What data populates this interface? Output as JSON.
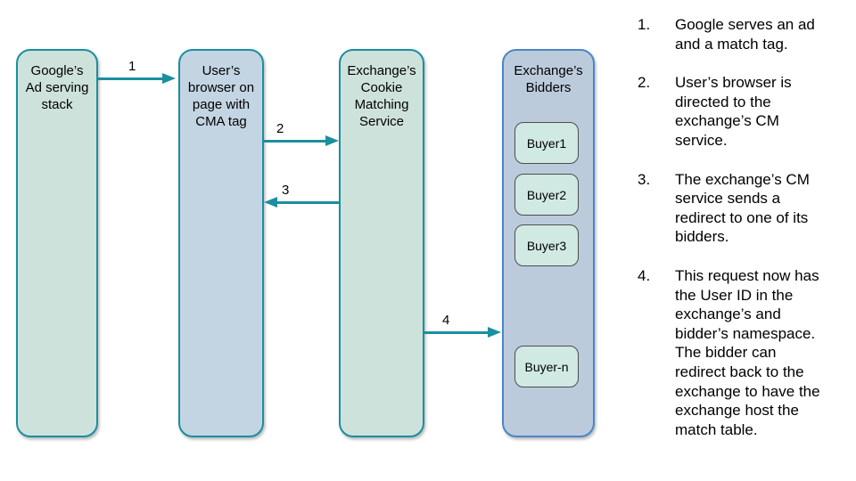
{
  "diagram": {
    "nodes": [
      {
        "id": "google",
        "label": "Google’s\nAd serving\nstack"
      },
      {
        "id": "browser",
        "label": "User’s\nbrowser on\npage with\nCMA tag"
      },
      {
        "id": "cm",
        "label": "Exchange’s\nCookie\nMatching\nService"
      },
      {
        "id": "bidders",
        "label": "Exchange’s\nBidders"
      }
    ],
    "buyers": [
      "Buyer1",
      "Buyer2",
      "Buyer3",
      "Buyer-n"
    ],
    "arrows": [
      {
        "label": "1",
        "from": "google",
        "to": "browser",
        "direction": "right"
      },
      {
        "label": "2",
        "from": "browser",
        "to": "cm",
        "direction": "right"
      },
      {
        "label": "3",
        "from": "cm",
        "to": "browser",
        "direction": "left"
      },
      {
        "label": "4",
        "from": "cm",
        "to": "bidders",
        "direction": "right"
      }
    ],
    "colors": {
      "arrow_and_teal_border": "#1a8fa0",
      "green_node_fill": "#cee2dc",
      "blue_node_fill": "#c3d4e2",
      "bidders_fill": "#bccbdc",
      "bidders_border": "#4a86c8",
      "buyer_fill": "#d0e9e3",
      "buyer_border": "#4d4d4d",
      "text": "#000000",
      "background": "#ffffff"
    }
  },
  "steps": [
    {
      "number": "1.",
      "text": "Google serves an ad\nand a match tag."
    },
    {
      "number": "2.",
      "text": "User’s browser is\ndirected to the\nexchange’s CM\nservice."
    },
    {
      "number": "3.",
      "text": "The exchange’s CM\nservice sends a\nredirect to one of its\nbidders."
    },
    {
      "number": "4.",
      "text": "This request now has\nthe User ID in the\nexchange’s and\nbidder’s namespace.\nThe bidder can\nredirect back to the\nexchange to have the\nexchange host the\nmatch table."
    }
  ]
}
